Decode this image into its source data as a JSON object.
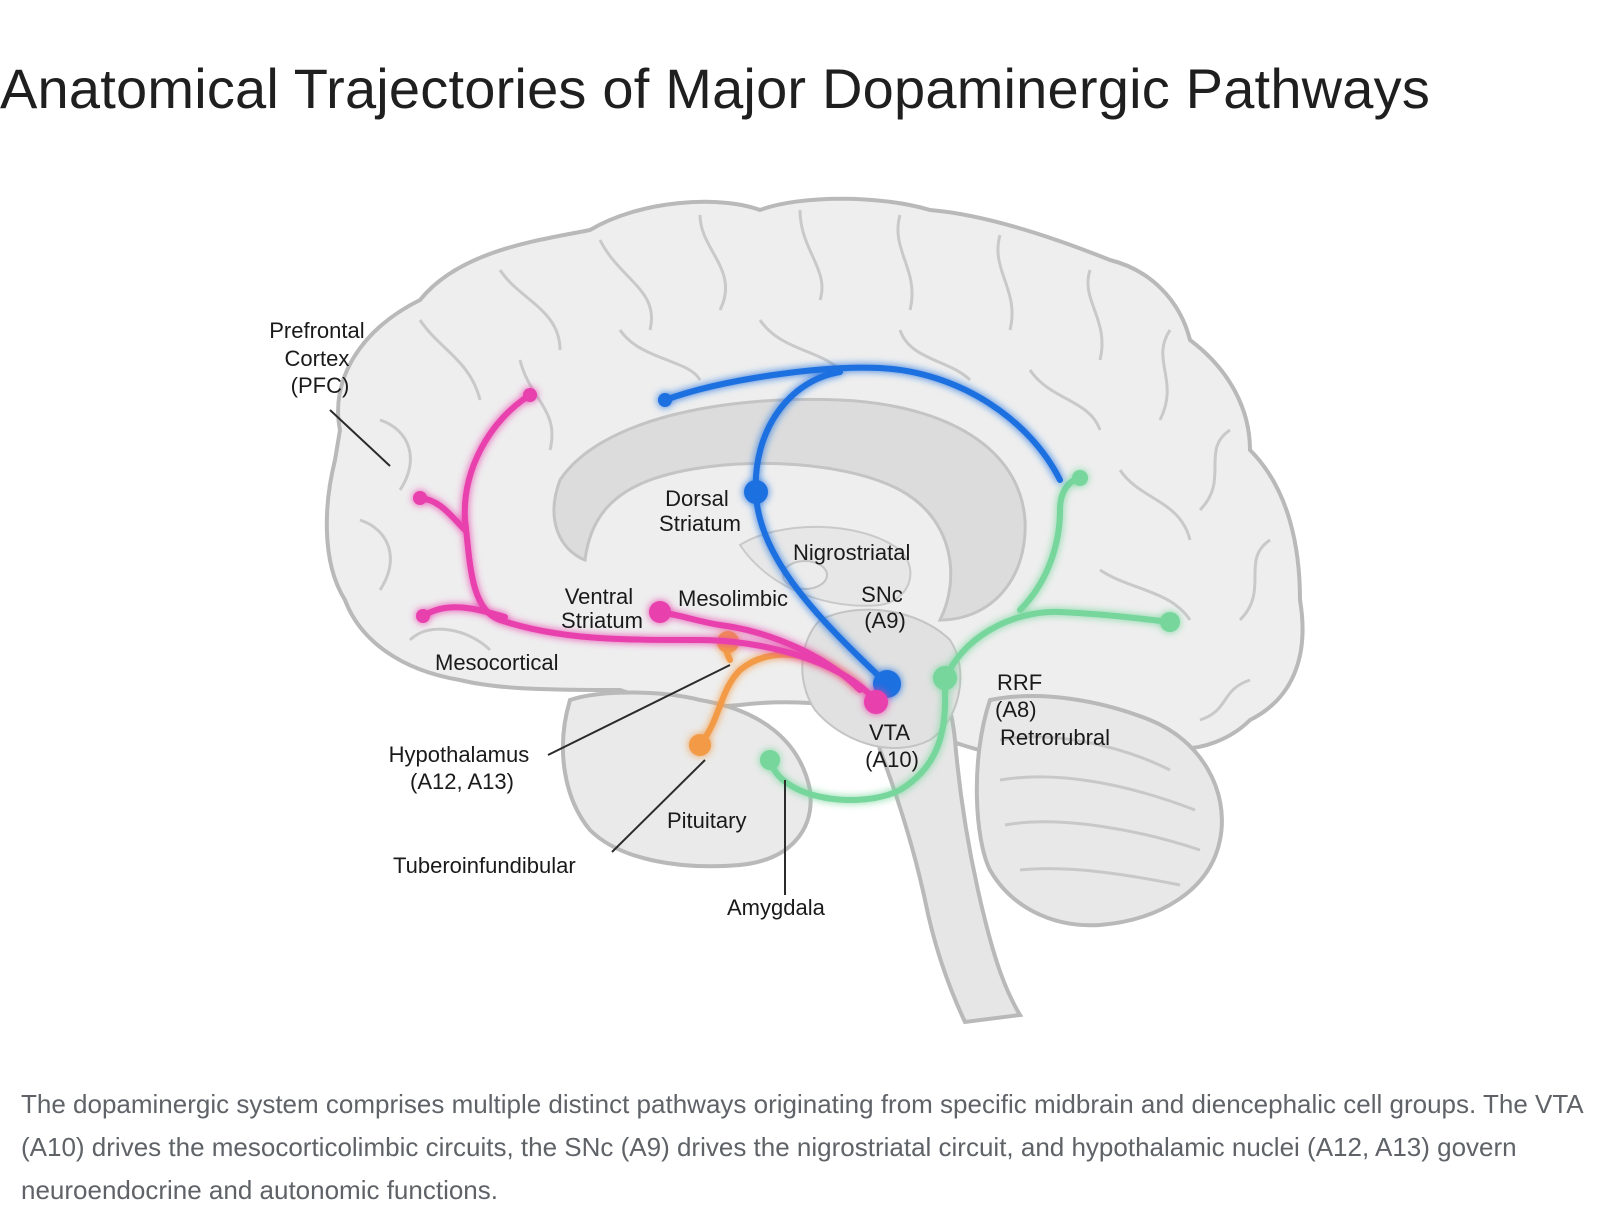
{
  "title": "Anatomical Trajectories of Major Dopaminergic Pathways",
  "caption": "The dopaminergic system comprises multiple distinct pathways originating from specific midbrain and diencephalic cell groups. The VTA (A10) drives the mesocorticolimbic circuits, the SNc (A9) drives the nigrostriatal circuit, and hypothalamic nuclei (A12, A13) govern neuroendocrine and autonomic functions.",
  "labels": {
    "pfc": [
      "Prefrontal",
      "Cortex",
      "(PFC)"
    ],
    "dorsal_striatum": [
      "Dorsal",
      "Striatum"
    ],
    "nigrostriatal": "Nigrostriatal",
    "ventral_striatum": [
      "Ventral",
      "Striatum"
    ],
    "mesolimbic": "Mesolimbic",
    "snc": [
      "SNc",
      "(A9)"
    ],
    "mesocortical": "Mesocortical",
    "rrf": [
      "RRF",
      "(A8)"
    ],
    "retrorubral": "Retrorubral",
    "vta": [
      "VTA",
      "(A10)"
    ],
    "hypothalamus": [
      "Hypothalamus",
      "(A12, A13)"
    ],
    "pituitary": "Pituitary",
    "tuberoinfundibular": "Tuberoinfundibular",
    "amygdala": "Amygdala"
  },
  "pathway_colors": {
    "mesocortical": "#e83fad",
    "mesolimbic": "#e83fad",
    "nigrostriatal": "#1f6fe0",
    "tuberoinfundibular": "#f29a45",
    "retrorubral": "#76d69c"
  }
}
